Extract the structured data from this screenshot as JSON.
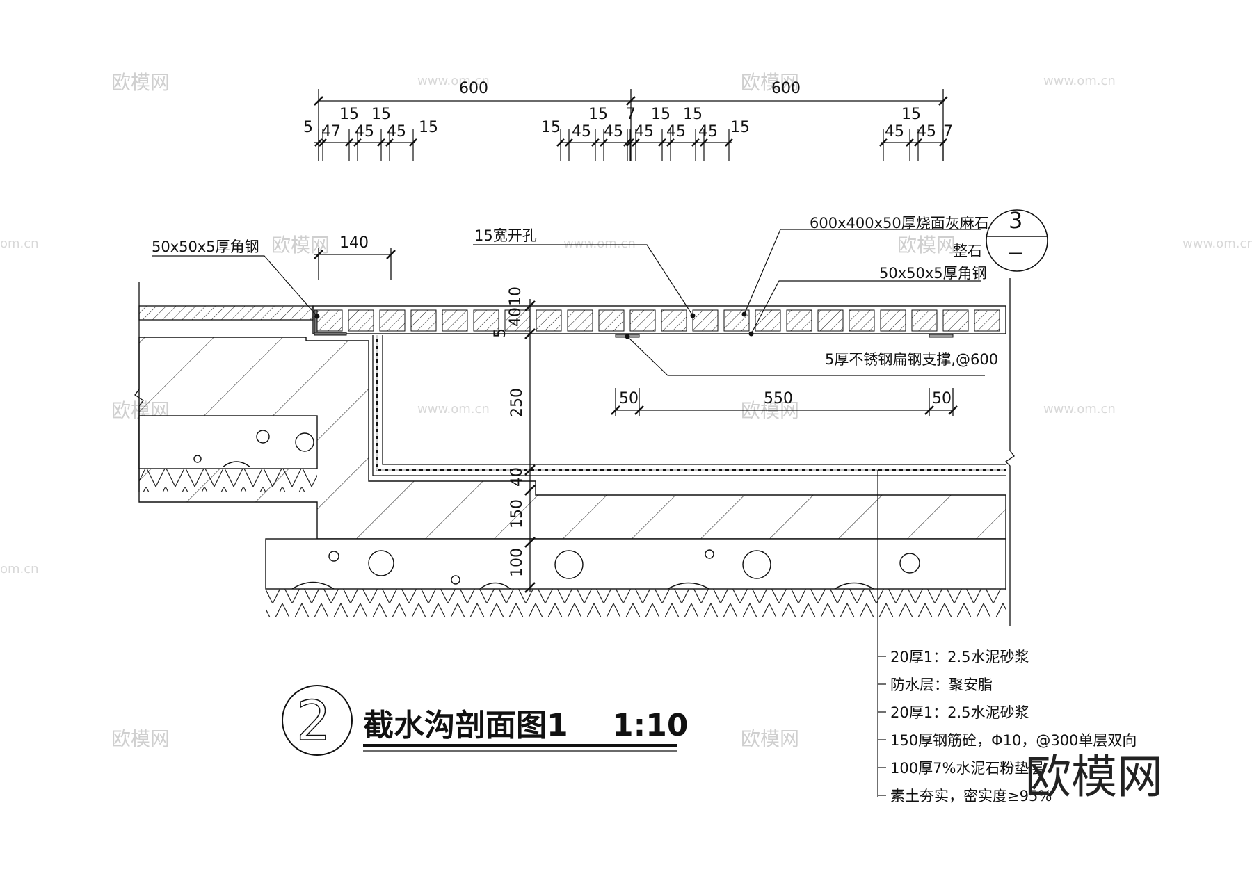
{
  "top_dims": {
    "overall": [
      "600",
      "600"
    ],
    "left_group": [
      "5",
      "47",
      "15",
      "45",
      "15",
      "45",
      "15"
    ],
    "mid_group": [
      "15",
      "45",
      "15",
      "45",
      "7",
      "45",
      "15",
      "45",
      "15",
      "45",
      "15"
    ],
    "right_group": [
      "45",
      "15",
      "45",
      "7"
    ]
  },
  "labels": {
    "angle_steel_left": "50x50x5厚角钢",
    "dim_140": "140",
    "slot": "15宽开孔",
    "granite": "600x400x50厚烧面灰麻石",
    "curb": "整石",
    "angle_steel_right": "50x50x5厚角钢",
    "flat_steel": "5厚不锈钢扁钢支撑,@600",
    "dim_50a": "50",
    "dim_550": "550",
    "dim_50b": "50"
  },
  "vertical_dims": [
    "10",
    "5",
    "40",
    "250",
    "40",
    "150",
    "100"
  ],
  "section_mark": {
    "top": "3",
    "bottom": "—"
  },
  "title_mark": "2",
  "title": "截水沟剖面图1",
  "scale": "1:10",
  "layers": [
    "20厚1：2.5水泥砂浆",
    "防水层：聚安脂",
    "20厚1：2.5水泥砂浆",
    "150厚钢筋砼，Φ10，@300单层双向",
    "100厚7%水泥石粉垫层",
    "素土夯实，密实度≥95%"
  ],
  "watermarks": {
    "brand": "欧模网",
    "url": "www.om.cn",
    "url_short": "om.cn"
  }
}
